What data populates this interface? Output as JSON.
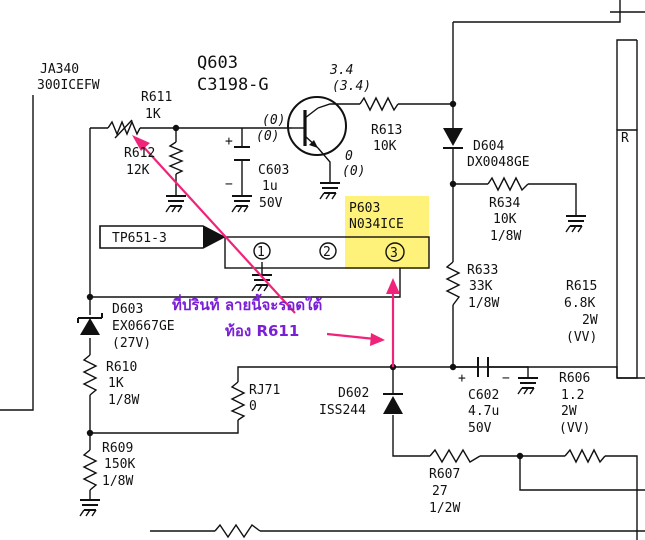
{
  "components": {
    "ja340": {
      "ref": "JA340",
      "part": "300ICEFW"
    },
    "q603": {
      "ref": "Q603",
      "part": "C3198-G",
      "v1": "3.4",
      "v2": "(3.4)",
      "b1": "(0)",
      "b2": "(0)",
      "e1": "0",
      "e2": "(0)"
    },
    "r611": {
      "ref": "R611",
      "value": "1K"
    },
    "r612": {
      "ref": "R612",
      "value": "12K"
    },
    "c603": {
      "ref": "C603",
      "value": "1u",
      "voltage": "50V"
    },
    "r613": {
      "ref": "R613",
      "value": "10K"
    },
    "d604": {
      "ref": "D604",
      "part": "DX0048GE"
    },
    "r634": {
      "ref": "R634",
      "value": "10K",
      "power": "1/8W"
    },
    "tp": {
      "label": "TP651-3"
    },
    "p603": {
      "ref": "P603",
      "part": "N034ICE",
      "pin1": "1",
      "pin2": "2",
      "pin3": "3"
    },
    "r633": {
      "ref": "R633",
      "value": "33K",
      "power": "1/8W"
    },
    "r615": {
      "ref": "R615",
      "value": "6.8K",
      "power": "2W",
      "type": "(VV)"
    },
    "d603": {
      "ref": "D603",
      "part": "EX0667GE",
      "voltage": "(27V)"
    },
    "r610": {
      "ref": "R610",
      "value": "1K",
      "power": "1/8W"
    },
    "rj71": {
      "ref": "RJ71",
      "value": "0"
    },
    "d602": {
      "ref": "D602",
      "part": "ISS244"
    },
    "c602": {
      "ref": "C602",
      "value": "4.7u",
      "voltage": "50V"
    },
    "r606": {
      "ref": "R606",
      "value": "1.2",
      "power": "2W",
      "type": "(VV)"
    },
    "r609": {
      "ref": "R609",
      "value": "150K",
      "power": "1/8W"
    },
    "r607": {
      "ref": "R607",
      "value": "27",
      "power": "1/2W"
    },
    "r_edge": {
      "ref": "R"
    }
  },
  "annotation": {
    "line1": "ที่ปรินท์ ลายนี้จะรอดใต้",
    "line2": "ท้อง R611"
  },
  "colors": {
    "highlight": "#fff27a",
    "arrow": "#f0237a",
    "note": "#7a1fd6"
  }
}
